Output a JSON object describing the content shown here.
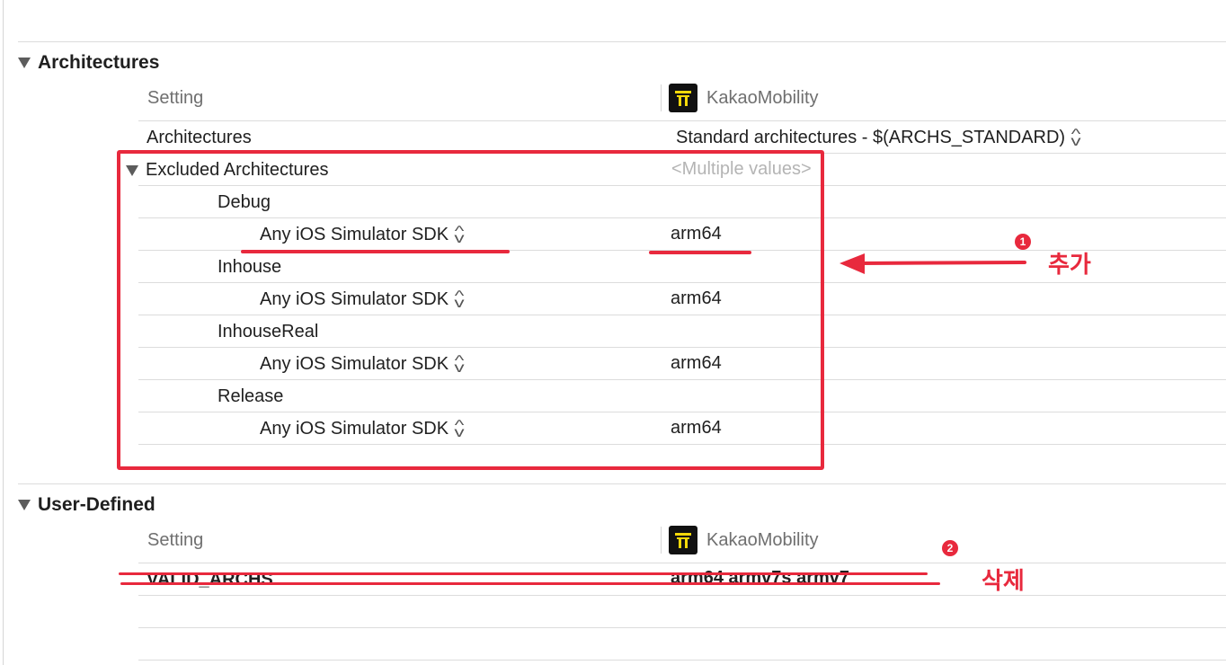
{
  "architectures_section": {
    "title": "Architectures",
    "header": {
      "setting_label": "Setting",
      "target_name": "KakaoMobility"
    },
    "architectures_row": {
      "name": "Architectures",
      "value": "Standard architectures  -  $(ARCHS_STANDARD)"
    },
    "excluded_row": {
      "name": "Excluded Architectures",
      "value": "<Multiple values>"
    },
    "configs": [
      {
        "name": "Debug",
        "sdk": "Any iOS Simulator SDK",
        "value": "arm64"
      },
      {
        "name": "Inhouse",
        "sdk": "Any iOS Simulator SDK",
        "value": "arm64"
      },
      {
        "name": "InhouseReal",
        "sdk": "Any iOS Simulator SDK",
        "value": "arm64"
      },
      {
        "name": "Release",
        "sdk": "Any iOS Simulator SDK",
        "value": "arm64"
      }
    ]
  },
  "user_defined_section": {
    "title": "User-Defined",
    "header": {
      "setting_label": "Setting",
      "target_name": "KakaoMobility"
    },
    "rows": [
      {
        "name": "VALID_ARCHS",
        "value": "arm64 armv7s armv7"
      }
    ]
  },
  "annotations": {
    "add": {
      "badge": "1",
      "label": "추가"
    },
    "remove": {
      "badge": "2",
      "label": "삭제"
    }
  },
  "colors": {
    "annotation_red": "#e8293d",
    "target_icon_bg": "#111111",
    "target_icon_fg": "#f5d90a"
  }
}
